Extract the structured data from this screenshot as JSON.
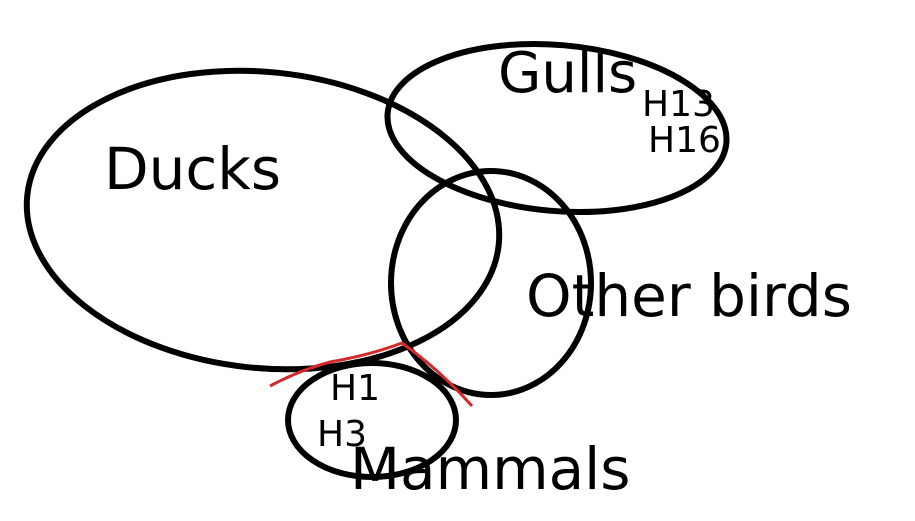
{
  "sets": {
    "ducks": {
      "label": "Ducks"
    },
    "gulls": {
      "label": "Gulls",
      "members": [
        "H13",
        "H16"
      ]
    },
    "other_birds": {
      "label": "Other birds"
    },
    "mammals": {
      "label": "Mammals",
      "members": [
        "H1",
        "H3"
      ]
    }
  },
  "colors": {
    "outline": "#000000",
    "highlight": "#d42a2a"
  }
}
